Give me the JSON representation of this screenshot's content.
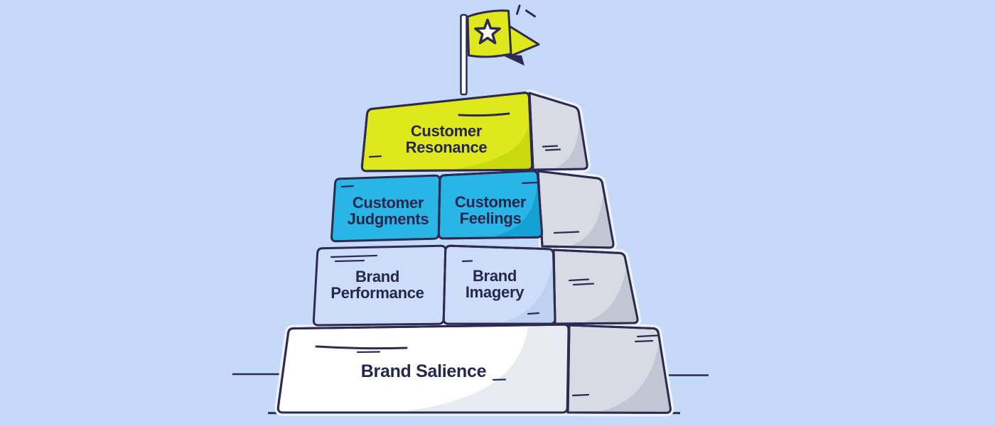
{
  "colors": {
    "background": "#c7d9f9",
    "outline": "#2d2b52",
    "text": "#27264f",
    "yellow": "#dfe81c",
    "yellow_shade": "#cbd90f",
    "cyan": "#29b5e6",
    "cyan_shade": "#14a2d5",
    "lavender": "#cddcf9",
    "lavender_shade": "#bed1f0",
    "white": "#ffffff",
    "white_shade": "#e8ebf2",
    "gray": "#d8dbe3",
    "gray_shade": "#c0c6d3",
    "halo": "#ebf1fd",
    "star": "#ffffff",
    "pole": "#ffffff"
  },
  "flag": {
    "icon": "star-icon"
  },
  "pyramid": {
    "levels": [
      {
        "blocks": [
          {
            "lines": [
              "Customer",
              "Resonance"
            ]
          }
        ]
      },
      {
        "blocks": [
          {
            "lines": [
              "Customer",
              "Judgments"
            ]
          },
          {
            "lines": [
              "Customer",
              "Feelings"
            ]
          }
        ]
      },
      {
        "blocks": [
          {
            "lines": [
              "Brand",
              "Performance"
            ]
          },
          {
            "lines": [
              "Brand",
              "Imagery"
            ]
          }
        ]
      },
      {
        "blocks": [
          {
            "lines": [
              "Brand Salience"
            ]
          }
        ]
      }
    ]
  }
}
